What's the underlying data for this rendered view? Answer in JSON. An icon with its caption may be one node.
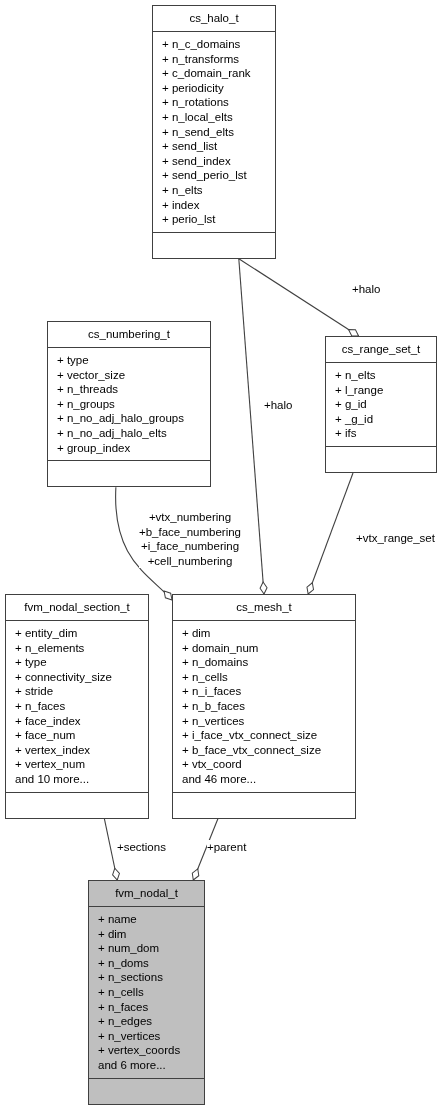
{
  "diagram": {
    "nodes": [
      {
        "text": [
          "cs_halo_t",
          "+ n_c_domains",
          "+ n_transforms",
          "+ c_domain_rank",
          "+ periodicity",
          "+ n_rotations",
          "+ n_local_elts",
          "+ n_send_elts",
          "+ send_list",
          "+ send_index",
          "+ send_perio_lst",
          "+ n_elts",
          "+ index",
          "+ perio_lst"
        ]
      },
      {
        "text": [
          "cs_numbering_t",
          "+ type",
          "+ vector_size",
          "+ n_threads",
          "+ n_groups",
          "+ n_no_adj_halo_groups",
          "+ n_no_adj_halo_elts",
          "+ group_index"
        ]
      },
      {
        "text": [
          "cs_range_set_t",
          "+ n_elts",
          "+ l_range",
          "+ g_id",
          "+ _g_id",
          "+ ifs"
        ]
      },
      {
        "text": [
          "fvm_nodal_section_t",
          "+ entity_dim",
          "+ n_elements",
          "+ type",
          "+ connectivity_size",
          "+ stride",
          "+ n_faces",
          "+ face_index",
          "+ face_num",
          "+ vertex_index",
          "+ vertex_num",
          "and 10 more..."
        ]
      },
      {
        "text": [
          "cs_mesh_t",
          "+ dim",
          "+ domain_num",
          "+ n_domains",
          "+ n_cells",
          "+ n_i_faces",
          "+ n_b_faces",
          "+ n_vertices",
          "+ i_face_vtx_connect_size",
          "+ b_face_vtx_connect_size",
          "+ vtx_coord",
          "and 46 more..."
        ]
      },
      {
        "text": [
          "fvm_nodal_t",
          "+ name",
          "+ dim",
          "+ num_dom",
          "+ n_doms",
          "+ n_sections",
          "+ n_cells",
          "+ n_faces",
          "+ n_edges",
          "+ n_vertices",
          "+ vertex_coords",
          "and 6 more..."
        ]
      }
    ],
    "edges": [
      {
        "from": 0,
        "to": 4,
        "arrow": "other",
        "label": "+halo"
      },
      {
        "from": 0,
        "to": 2,
        "arrow": "other",
        "label": "+halo"
      },
      {
        "from": 1,
        "to": 4,
        "arrow": "other",
        "label": "+vtx_numbering +b_face_numbering +i_face_numbering +cell_numbering"
      },
      {
        "from": 2,
        "to": 4,
        "arrow": "other",
        "label": "+vtx_range_set"
      },
      {
        "from": 3,
        "to": 5,
        "arrow": "other",
        "label": "+sections"
      },
      {
        "from": 4,
        "to": 5,
        "arrow": "other",
        "label": "+parent"
      }
    ]
  }
}
